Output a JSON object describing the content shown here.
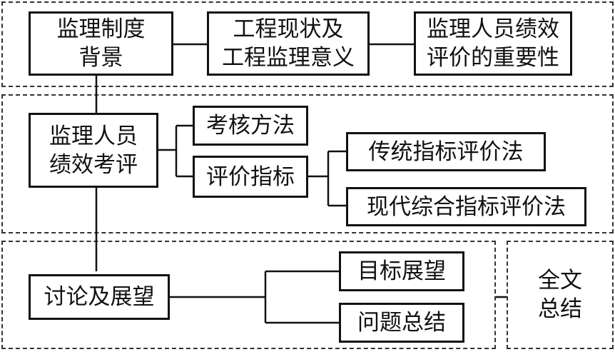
{
  "sections": {
    "background": {
      "box1": "监理制度\n背景",
      "box2": "工程现状及\n工程监理意义",
      "box3": "监理人员绩效\n评价的重要性"
    },
    "evaluation": {
      "main": "监理人员\n绩效考评",
      "method": "考核方法",
      "indicator": "评价指标",
      "traditional": "传统指标评价法",
      "modern": "现代综合指标评价法"
    },
    "discussion": {
      "main": "讨论及展望",
      "outlook": "目标展望",
      "problems": "问题总结"
    },
    "summary": "全文\n总结"
  }
}
